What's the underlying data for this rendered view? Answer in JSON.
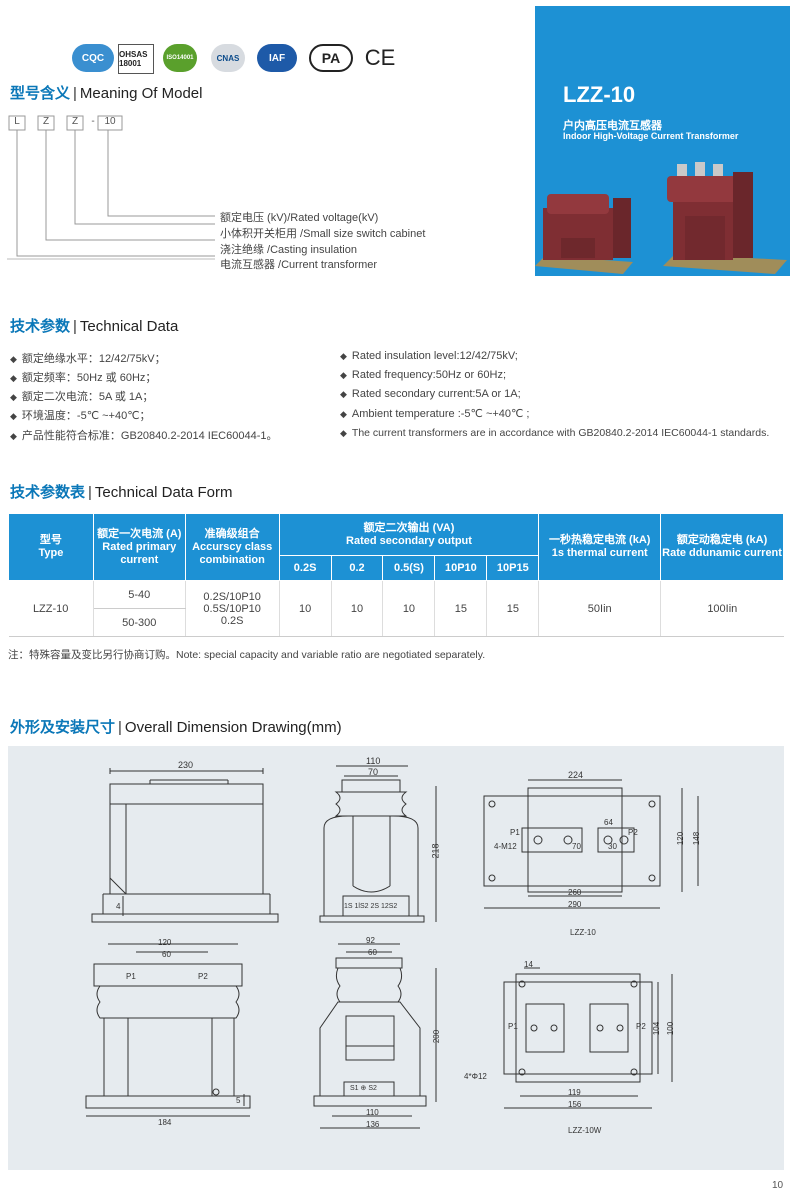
{
  "certs": [
    "CQC",
    "OHSAS 18001",
    "ISO14001",
    "CNAS",
    "IAF",
    "PA",
    "CE"
  ],
  "model_section": {
    "zh": "型号含义",
    "en": "Meaning Of Model"
  },
  "model_code": [
    "L",
    "Z",
    "Z",
    "-",
    "10"
  ],
  "model_meanings": [
    "额定电压 (kV)/Rated voltage(kV)",
    "小体积开关柜用 /Small size switch cabinet",
    "浇注绝缘 /Casting insulation",
    "电流互感器 /Current transformer"
  ],
  "product": {
    "title": "LZZ-10",
    "zh_name": "户内高压电流互感器",
    "en_name": "Indoor High-Voltage Current Transformer"
  },
  "tech_section": {
    "zh": "技术参数",
    "en": "Technical Data"
  },
  "tech_zh": [
    "额定绝缘水平：12/42/75kV；",
    "额定频率：50Hz 或 60Hz；",
    "额定二次电流：5A 或 1A；",
    "环境温度：-5℃ ~+40℃；",
    "产品性能符合标准：GB20840.2-2014  IEC60044-1。"
  ],
  "tech_en": [
    "Rated insulation level:12/42/75kV;",
    "Rated frequency:50Hz or 60Hz;",
    "Rated secondary current:5A or 1A;",
    "Ambient temperature :-5℃ ~+40℃ ;",
    "The current transformers are in accordance with GB20840.2-2014  IEC60044-1 standards."
  ],
  "form_section": {
    "zh": "技术参数表",
    "en": "Technical Data Form"
  },
  "table": {
    "h_type_zh": "型号",
    "h_type_en": "Type",
    "h_primary_zh": "额定一次电流 (A)",
    "h_primary_en": "Rated primary current",
    "h_class_zh": "准确级组合",
    "h_class_en": "Accurscy class combination",
    "h_secondary_zh": "额定二次输出 (VA)",
    "h_secondary_en": "Rated secondary output",
    "h_thermal_zh": "一秒热稳定电流 (kA)",
    "h_thermal_en": "1s thermal current",
    "h_dynamic_zh": "额定动稳定电 (kA)",
    "h_dynamic_en": "Rate ddunamic current",
    "sub_headers": [
      "0.2S",
      "0.2",
      "0.5(S)",
      "10P10",
      "10P15"
    ],
    "row": {
      "type": "LZZ-10",
      "primary": [
        "5-40",
        "50-300"
      ],
      "class": [
        "0.2S/10P10",
        "0.5S/10P10",
        "0.2S"
      ],
      "outputs": [
        "10",
        "10",
        "10",
        "15",
        "15"
      ],
      "thermal": "50Iin",
      "dynamic": "100Iin"
    }
  },
  "note": "注：特殊容量及变比另行协商订购。Note: special capacity and variable ratio are negotiated separately.",
  "dim_section": {
    "zh": "外形及安装尺寸",
    "en": "Overall Dimension Drawing(mm)"
  },
  "dims": {
    "d230": "230",
    "d4": "4",
    "d110": "110",
    "d70": "70",
    "d218": "218",
    "terminals": "1S 1lS2  2S 12S2",
    "d224": "224",
    "d64": "64",
    "d120": "120",
    "d148": "148",
    "d70b": "70",
    "d30": "30",
    "d260": "260",
    "d290": "290",
    "m12": "4-M12",
    "p1": "P1",
    "p2": "P2",
    "cap1": "LZZ-10",
    "d120b": "120",
    "d60": "60",
    "d184": "184",
    "d5": "5",
    "d92": "92",
    "d60b": "60",
    "d200": "200",
    "d110b": "110",
    "d136": "136",
    "s_term": "S1 ⊕ S2",
    "d14": "14",
    "d104": "104",
    "d100": "100",
    "phi12": "4*Φ12",
    "d119": "119",
    "d156": "156",
    "cap2": "LZZ-10W"
  },
  "page_number": "10",
  "colors": {
    "accent": "#1d91d4",
    "heading": "#0a77b8",
    "product": "#8b3b3e"
  }
}
